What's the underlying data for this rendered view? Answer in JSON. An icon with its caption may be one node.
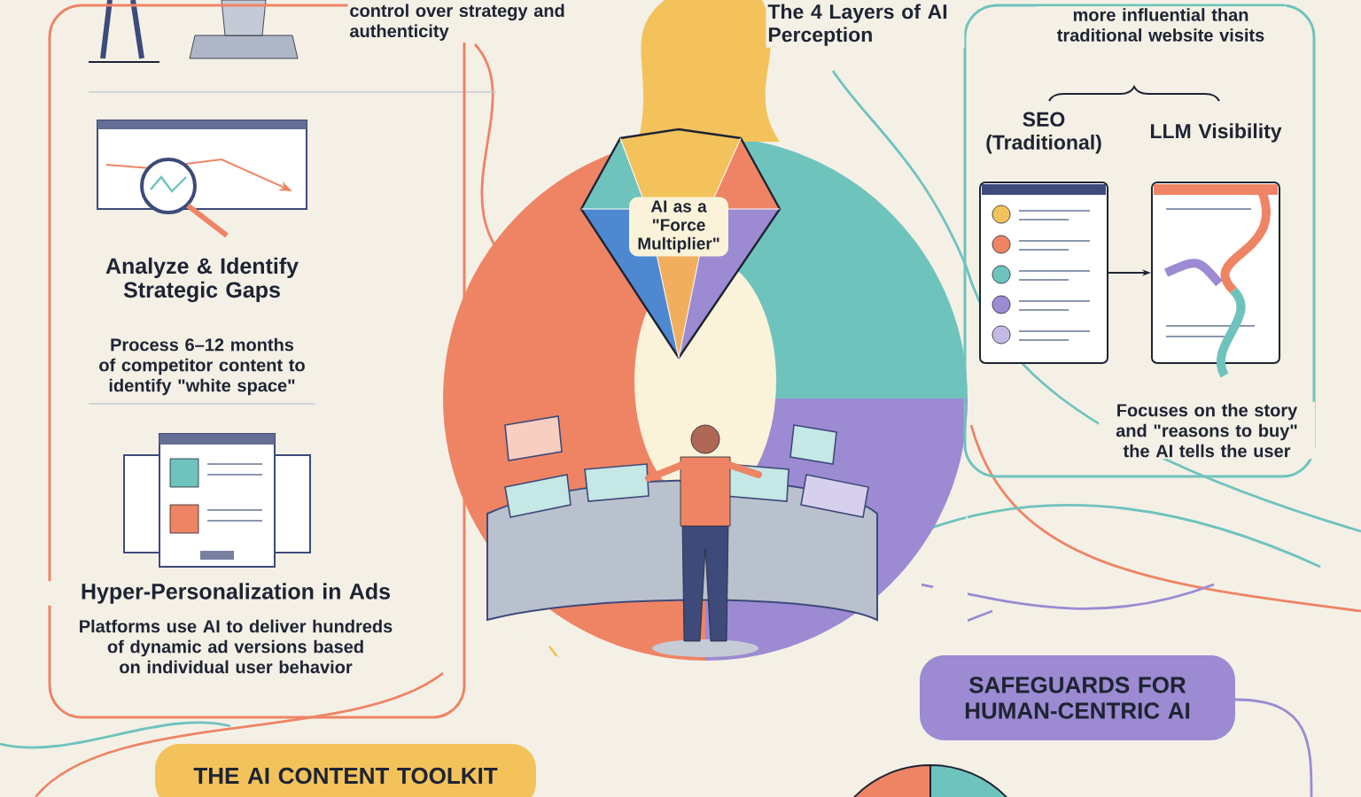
{
  "diagram": {
    "nodes": [
      {
        "text": [],
        "shape": "box"
      },
      {
        "text": [],
        "shape": "box"
      },
      {
        "text": [
          "AI as a \"Force Multiplier\""
        ]
      },
      {
        "text": [
          "SEO (Traditional)"
        ],
        "in": 1
      },
      {
        "text": [
          "LLM Visibility"
        ],
        "in": 1
      },
      {
        "text": [
          "THE AI CONTENT TOOLKIT"
        ]
      },
      {
        "text": [
          "SAFEGUARDS FOR HUMAN-CENTRIC AI"
        ]
      }
    ],
    "edges": [
      {
        "from": 3,
        "to": 4,
        "arrow": "to"
      }
    ],
    "labels": [
      "control over strategy and authenticity",
      "Analyze & Identify Strategic Gaps",
      "Process 6–12 months of competitor content to identify \"white space\"",
      "Hyper-Personalization in Ads",
      "Platforms use AI to deliver hundreds of dynamic ad versions based on individual user behavior",
      "The 4 Layers of AI Perception",
      "more influential than traditional website visits",
      "Focuses on the story and \"reasons to buy\" the AI tells the user"
    ]
  }
}
